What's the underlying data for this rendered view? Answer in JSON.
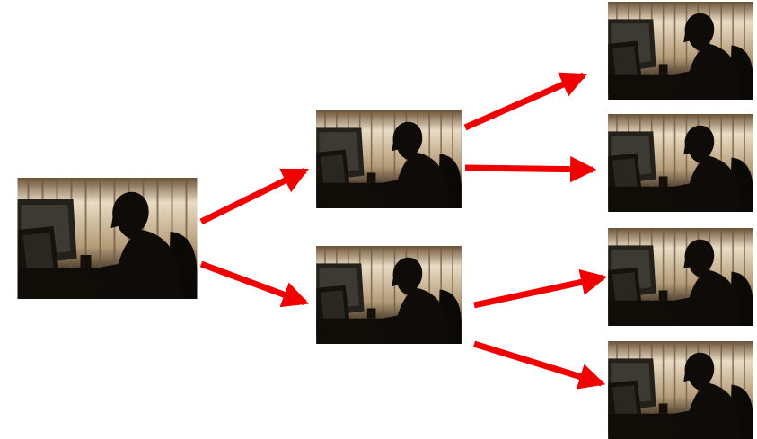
{
  "diagram": {
    "type": "binary-tree",
    "description_visible_text": "",
    "arrow_color": "#f00000",
    "nodes": [
      {
        "id": "root",
        "image": "person-silhouette-at-computer-photo",
        "level": 0
      },
      {
        "id": "l1-top",
        "image": "person-silhouette-at-computer-photo",
        "level": 1
      },
      {
        "id": "l1-bottom",
        "image": "person-silhouette-at-computer-photo",
        "level": 1
      },
      {
        "id": "l2-1",
        "image": "person-silhouette-at-computer-photo",
        "level": 2
      },
      {
        "id": "l2-2",
        "image": "person-silhouette-at-computer-photo",
        "level": 2
      },
      {
        "id": "l2-3",
        "image": "person-silhouette-at-computer-photo",
        "level": 2
      },
      {
        "id": "l2-4",
        "image": "person-silhouette-at-computer-photo",
        "level": 2
      }
    ],
    "edges": [
      {
        "from": "root",
        "to": "l1-top"
      },
      {
        "from": "root",
        "to": "l1-bottom"
      },
      {
        "from": "l1-top",
        "to": "l2-1"
      },
      {
        "from": "l1-top",
        "to": "l2-2"
      },
      {
        "from": "l1-bottom",
        "to": "l2-3"
      },
      {
        "from": "l1-bottom",
        "to": "l2-4"
      }
    ]
  }
}
